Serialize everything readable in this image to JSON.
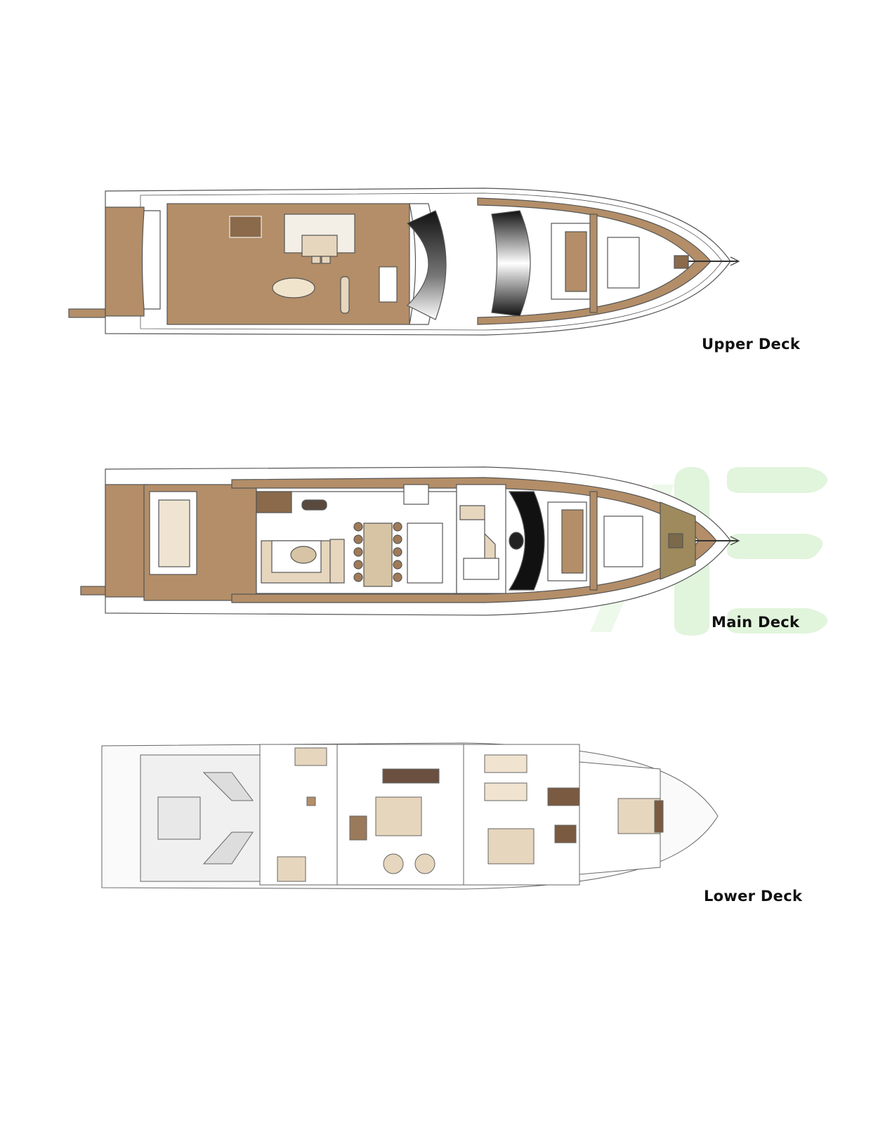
{
  "decks": [
    {
      "name": "Upper Deck"
    },
    {
      "name": "Main Deck"
    },
    {
      "name": "Lower Deck"
    }
  ],
  "colors": {
    "teak": "#b38e68",
    "teak_dark": "#8a6a4a",
    "hull_line": "#555555",
    "upholstery": "#e6d6bd",
    "watermark": "#d9f2d2"
  }
}
